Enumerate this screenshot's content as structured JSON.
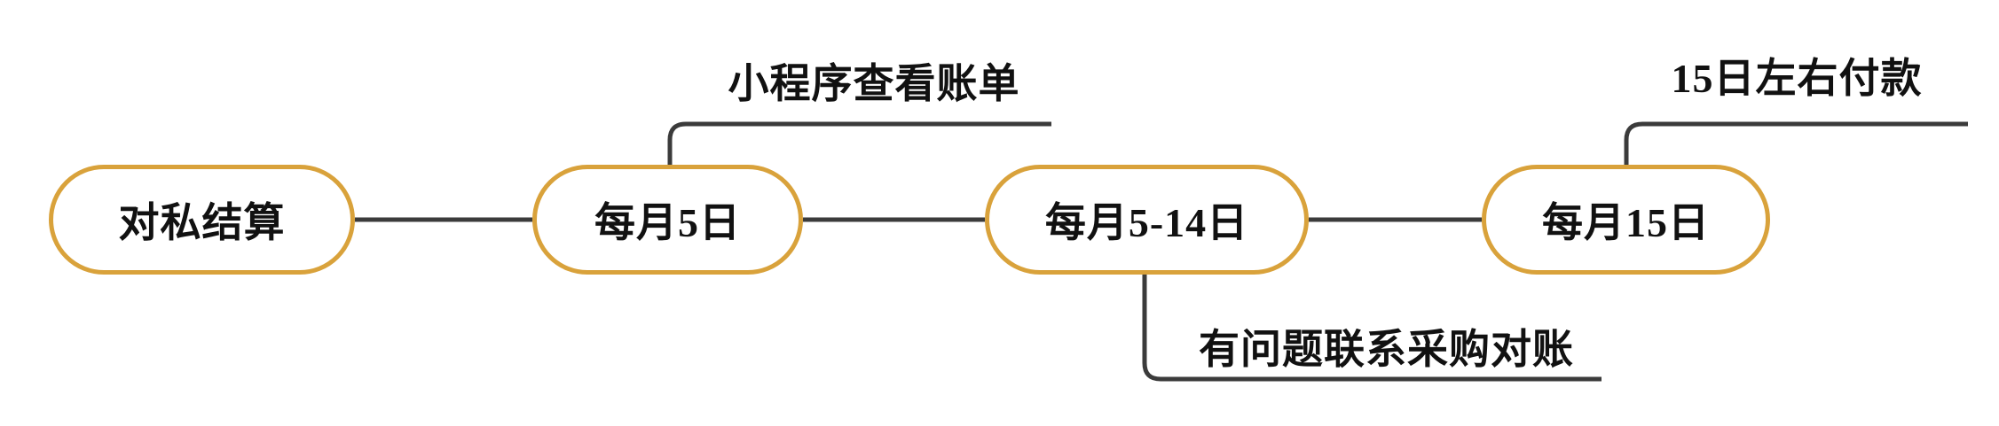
{
  "diagram": {
    "title": "",
    "nodes": [
      {
        "id": "settlement",
        "label": "对私结算"
      },
      {
        "id": "monthly-5",
        "label": "每月5日"
      },
      {
        "id": "monthly-5-14",
        "label": "每月5-14日"
      },
      {
        "id": "monthly-15",
        "label": "每月15日"
      }
    ],
    "annotations": [
      {
        "id": "check-bill-miniprogram",
        "label": "小程序查看账单",
        "attached_to": "每月5日",
        "position": "above"
      },
      {
        "id": "contact-procurement",
        "label": "有问题联系采购对账",
        "attached_to": "每月5-14日",
        "position": "below"
      },
      {
        "id": "payment-around-15",
        "label": "15日左右付款",
        "attached_to": "每月15日",
        "position": "above"
      }
    ],
    "colors": {
      "node_border": "#D9A23B",
      "connector": "#3B3B3B",
      "text": "#111111"
    }
  }
}
